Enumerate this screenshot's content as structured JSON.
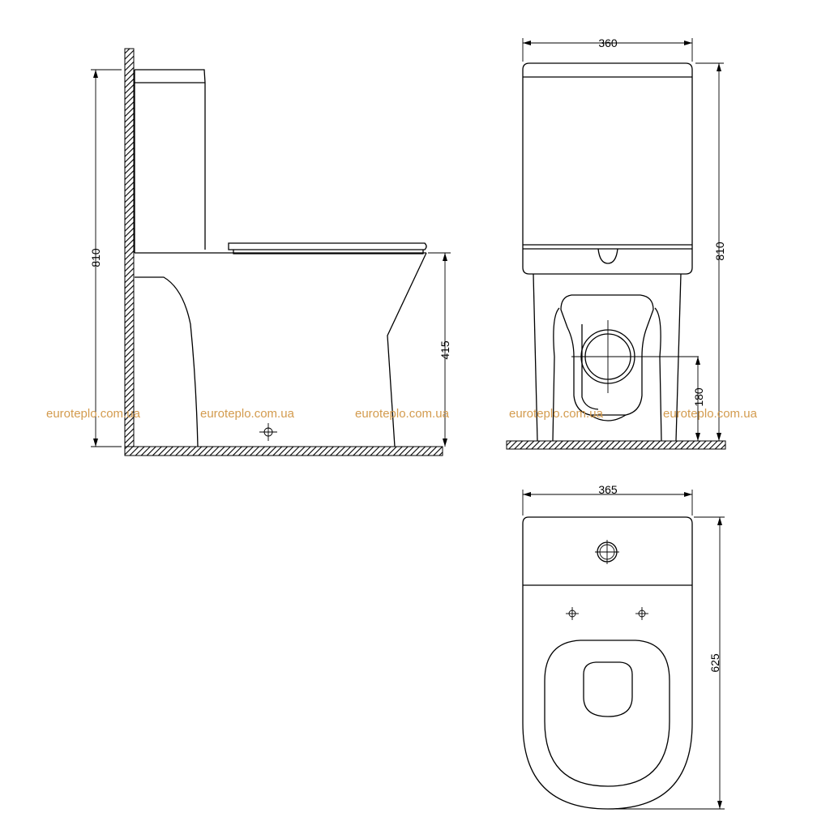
{
  "dimensions": {
    "side_height": "810",
    "side_seat_height": "415",
    "front_width": "360",
    "front_height": "810",
    "front_outlet_height": "180",
    "top_width": "365",
    "top_depth": "625"
  },
  "watermark": {
    "text": "euroteplo.com.ua",
    "color": "#d39b4e"
  },
  "colors": {
    "line": "#000000",
    "background": "#ffffff"
  }
}
